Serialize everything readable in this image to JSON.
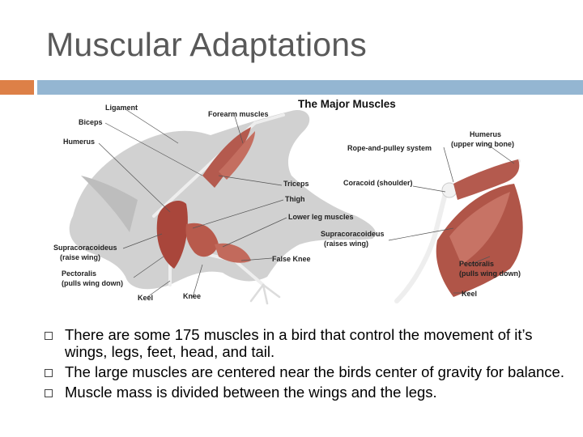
{
  "slide": {
    "title": "Muscular Adaptations",
    "colors": {
      "accent_orange": "#dd8047",
      "accent_blue": "#94b6d2",
      "title_gray": "#595959"
    }
  },
  "figure": {
    "title": "The Major Muscles",
    "labels": {
      "ligament": "Ligament",
      "biceps": "Biceps",
      "humerus_left": "Humerus",
      "forearm_muscles": "Forearm muscles",
      "triceps": "Triceps",
      "thigh": "Thigh",
      "lower_leg_muscles": "Lower leg muscles",
      "supracoracoideus_left": "Supracoracoideus",
      "raise_wing_left": "(raise wing)",
      "pectoralis_left": "Pectoralis",
      "pulls_wing_down_left": "(pulls wing down)",
      "keel_left": "Keel",
      "knee": "Knee",
      "false_knee": "False Knee",
      "humerus_right": "Humerus",
      "upper_wing_bone": "(upper wing bone)",
      "rope_and_pulley": "Rope-and-pulley system",
      "coracoid": "Coracoid (shoulder)",
      "supracoracoideus_right": "Supracoracoideus",
      "raises_wing_right": "(raises wing)",
      "pectoralis_right": "Pectoralis",
      "pulls_wing_down_right": "(pulls wing down)",
      "keel_right": "Keel"
    }
  },
  "bullets": [
    {
      "text": "There are some 175 muscles in a bird that control the movement of it’s wings, legs, feet, head, and tail."
    },
    {
      "text": "The large muscles are centered near the birds center of gravity for balance."
    },
    {
      "text": "Muscle mass is divided between the wings and the legs."
    }
  ]
}
